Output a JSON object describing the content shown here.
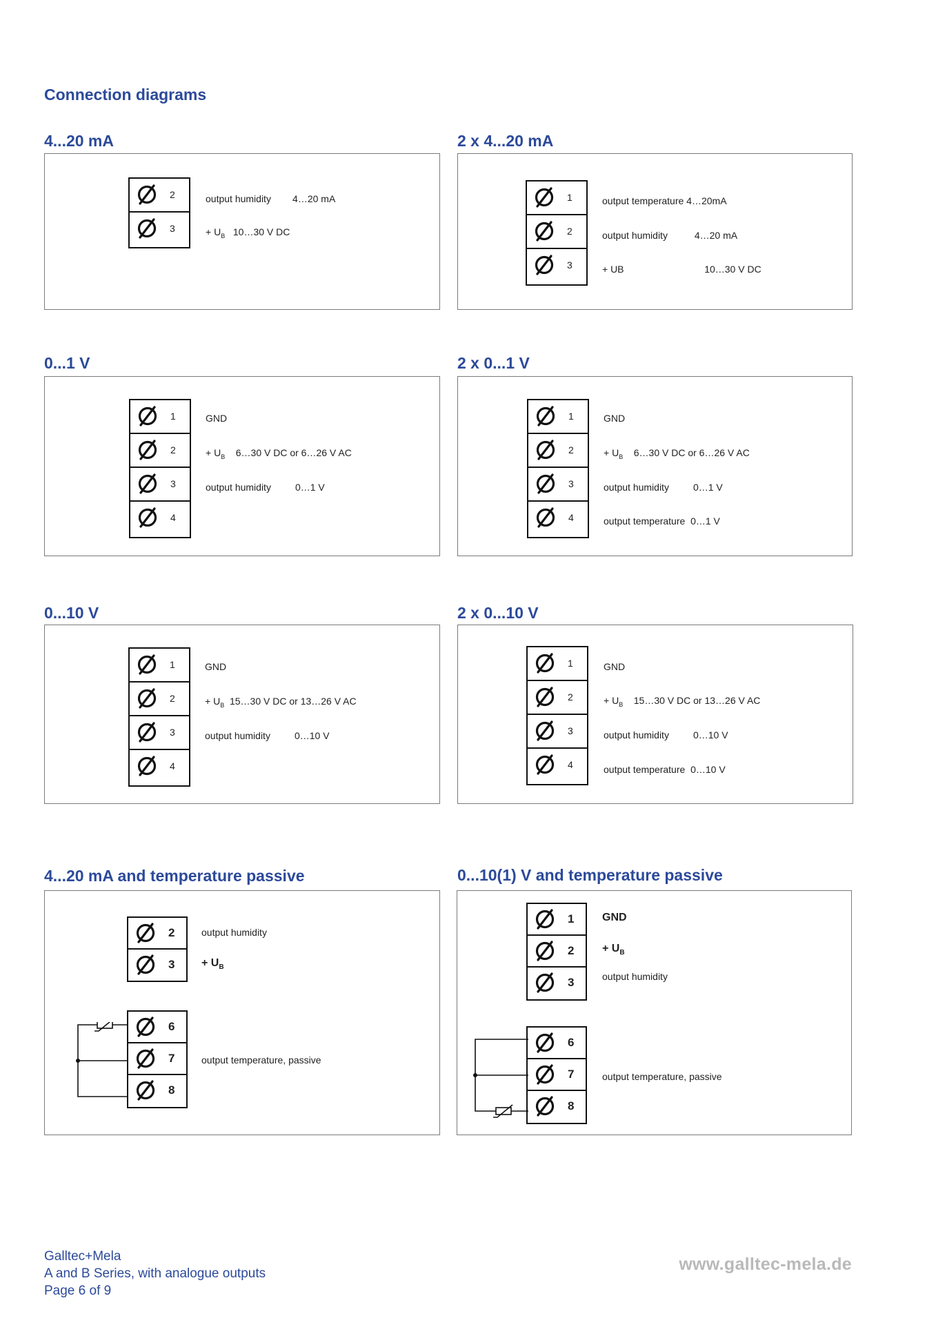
{
  "page_title": "Connection diagrams",
  "sections": [
    {
      "title": "4...20 mA",
      "terminals": [
        "2",
        "3"
      ],
      "labels": [
        "output humidity        4…20 mA",
        "+ U",
        "B",
        "   10…30 V DC"
      ]
    },
    {
      "title": "2 x 4...20 mA",
      "terminals": [
        "1",
        "2",
        "3"
      ],
      "labels": [
        "output temperature 4…20mA",
        "output humidity          4…20 mA",
        "+ UB                              10…30 V DC"
      ]
    },
    {
      "title": "0...1 V",
      "terminals": [
        "1",
        "2",
        "3",
        "4"
      ],
      "labels": [
        "GND",
        "+ U",
        "B",
        "    6…30 V DC or 6…26 V AC",
        "output humidity         0…1 V"
      ]
    },
    {
      "title": "2 x 0...1 V",
      "terminals": [
        "1",
        "2",
        "3",
        "4"
      ],
      "labels": [
        "GND",
        "+ U",
        "B",
        "    6…30 V DC or 6…26 V AC",
        "output humidity         0…1 V",
        "output temperature  0…1 V"
      ]
    },
    {
      "title": "0...10 V",
      "terminals": [
        "1",
        "2",
        "3",
        "4"
      ],
      "labels": [
        "GND",
        "+ U",
        "B",
        "  15…30 V DC or 13…26 V AC",
        "output humidity         0…10 V"
      ]
    },
    {
      "title": "2 x 0...10 V",
      "terminals": [
        "1",
        "2",
        "3",
        "4"
      ],
      "labels": [
        "GND",
        "+ U",
        "B",
        "    15…30 V DC or 13…26 V AC",
        "output humidity         0…10 V",
        "output temperature  0…10 V"
      ]
    },
    {
      "title": "4...20 mA and temperature passive",
      "terminals": [
        "2",
        "3",
        "6",
        "7",
        "8"
      ],
      "labels": [
        "output humidity",
        "+ U",
        "B",
        "output temperature, passive"
      ]
    },
    {
      "title": "0...10(1) V and temperature passive",
      "terminals": [
        "1",
        "2",
        "3",
        "6",
        "7",
        "8"
      ],
      "labels": [
        "GND",
        "+ U",
        "B",
        "output humidity",
        "output temperature, passive"
      ]
    }
  ],
  "footer": {
    "company": "Galltec+Mela",
    "series": "A and B Series, with analogue outputs",
    "page": "Page 6 of 9",
    "website": "www.galltec-mela.de"
  },
  "colors": {
    "heading_blue": "#2c4a9a",
    "website_gray": "#b9b9b9"
  },
  "icons": {
    "terminal_screw": "screw-terminal-icon",
    "thermistor": "thermistor-icon"
  }
}
